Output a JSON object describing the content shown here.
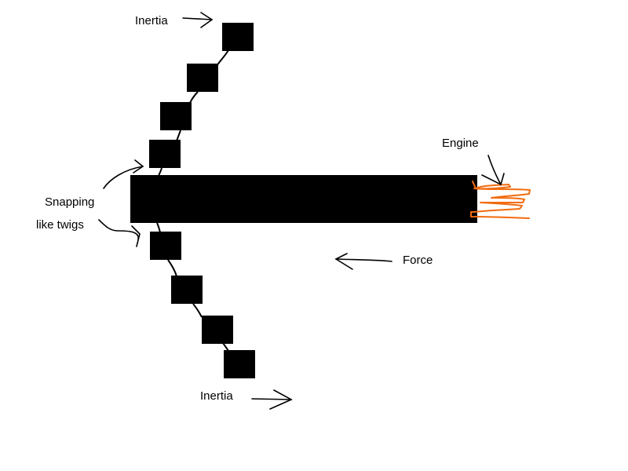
{
  "labels": {
    "inertia_top": "Inertia",
    "inertia_bottom": "Inertia",
    "engine": "Engine",
    "snapping_line1": "Snapping",
    "snapping_line2": "like twigs",
    "force": "Force"
  },
  "colors": {
    "background": "#ffffff",
    "ink": "#000000",
    "flame": "#f26b0f"
  }
}
